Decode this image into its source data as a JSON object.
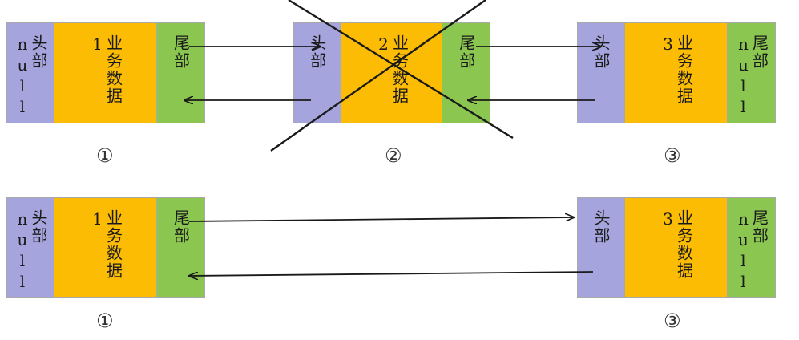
{
  "top_row": {
    "nodes": [
      {
        "head": "头部null",
        "data": "业务数据1",
        "tail": "尾部",
        "label": "①"
      },
      {
        "head": "头部",
        "data": "业务数据2",
        "tail": "尾部",
        "label": "②"
      },
      {
        "head": "头部",
        "data": "业务数据3",
        "tail": "尾部null",
        "label": "③"
      }
    ]
  },
  "bottom_row": {
    "nodes": [
      {
        "head": "头部null",
        "data": "业务数据1",
        "tail": "尾部",
        "label": "①"
      },
      {
        "head": "头部",
        "data": "业务数据3",
        "tail": "尾部null",
        "label": "③"
      }
    ]
  },
  "colors": {
    "head": "#a6a4dd",
    "data": "#fcbc04",
    "tail": "#8ac650",
    "arrow": "#1a1a1a"
  }
}
